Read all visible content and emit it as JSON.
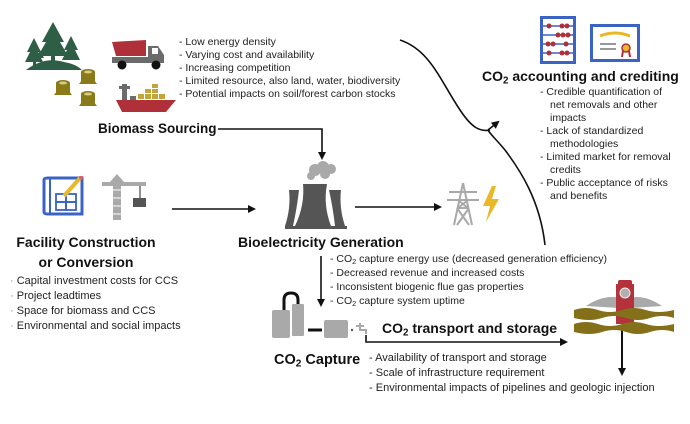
{
  "biomass_sourcing": {
    "title": "Biomass Sourcing",
    "items": [
      "Low energy density",
      "Varying cost and availability",
      "Increasing competition",
      "Limited resource, also land, water, biodiversity",
      "Potential impacts on soil/forest  carbon stocks"
    ]
  },
  "accounting": {
    "title_prefix": "CO",
    "title_sub": "2",
    "title_suffix": " accounting and crediting",
    "items": [
      "Credible quantification of net removals and other impacts",
      "Lack of standardized methodologies",
      "Limited market for removal credits",
      "Public acceptance of risks and benefits"
    ]
  },
  "facility": {
    "title_line1": "Facility Construction",
    "title_line2": "or Conversion",
    "items": [
      "Capital investment costs for CCS",
      "Project leadtimes",
      "Space for biomass and CCS",
      "Environmental and social impacts"
    ]
  },
  "bioelectricity": {
    "title": "Bioelectricity Generation",
    "items": [
      {
        "prefix": "CO",
        "sub": "2",
        "text": " capture energy use (decreased generation efficiency)"
      },
      {
        "prefix": "",
        "sub": "",
        "text": "Decreased revenue and increased costs"
      },
      {
        "prefix": "",
        "sub": "",
        "text": "Inconsistent biogenic flue gas properties"
      },
      {
        "prefix": "CO",
        "sub": "2",
        "text": " capture system uptime"
      }
    ]
  },
  "capture": {
    "title_prefix": "CO",
    "title_sub": "2",
    "title_suffix": " Capture"
  },
  "transport": {
    "title_prefix": "CO",
    "title_sub": "2",
    "title_suffix": " transport and storage",
    "items": [
      "Availability of transport and storage",
      "Scale of infrastructure requirement",
      "Environmental impacts of pipelines and geologic injection"
    ]
  },
  "icons": {
    "forest": "forest-icon",
    "stumps": "tree-stump-icon",
    "truck": "dump-truck-icon",
    "ship": "cargo-ship-icon",
    "abacus": "abacus-icon",
    "certificate": "certificate-icon",
    "blueprint": "blueprint-icon",
    "crane": "construction-crane-icon",
    "power_plant": "cooling-tower-icon",
    "pylon": "transmission-tower-icon",
    "lightning": "lightning-bolt-icon",
    "capture_unit": "capture-tanks-icon",
    "injection_well": "wellhead-icon"
  },
  "colors": {
    "forest_green": "#2e5e45",
    "stump_olive": "#8a7a1a",
    "truck_red": "#b0303a",
    "icon_gray": "#6b6b6b",
    "light_gray": "#a9a9a9",
    "blueprint_blue": "#3b63c4",
    "bead_red": "#b0303a",
    "bolt_yellow": "#e8b82a",
    "strata_olive": "#85701a",
    "well_red": "#b3323b"
  }
}
